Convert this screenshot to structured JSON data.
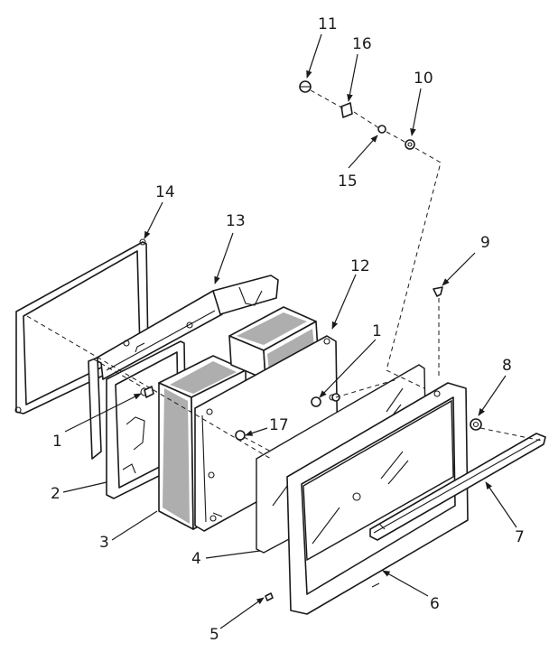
{
  "diagram": {
    "callouts": [
      {
        "id": "c11",
        "text": "11"
      },
      {
        "id": "c16",
        "text": "16"
      },
      {
        "id": "c10",
        "text": "10"
      },
      {
        "id": "c15",
        "text": "15"
      },
      {
        "id": "c9",
        "text": "9"
      },
      {
        "id": "c14",
        "text": "14"
      },
      {
        "id": "c13",
        "text": "13"
      },
      {
        "id": "c12",
        "text": "12"
      },
      {
        "id": "c1a",
        "text": "1"
      },
      {
        "id": "c1b",
        "text": "1"
      },
      {
        "id": "c8",
        "text": "8"
      },
      {
        "id": "c17",
        "text": "17"
      },
      {
        "id": "c2",
        "text": "2"
      },
      {
        "id": "c3",
        "text": "3"
      },
      {
        "id": "c4",
        "text": "4"
      },
      {
        "id": "c7",
        "text": "7"
      },
      {
        "id": "c6",
        "text": "6"
      },
      {
        "id": "c5",
        "text": "5"
      }
    ]
  }
}
